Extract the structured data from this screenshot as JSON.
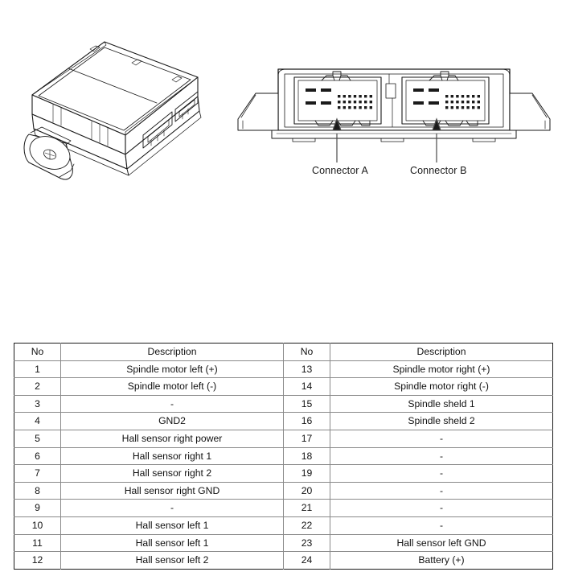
{
  "figure": {
    "iso_view_name": "control module isometric view",
    "front_view_name": "control module connector end view",
    "callouts": [
      {
        "label": "Connector A",
        "points_to": "connector-a"
      },
      {
        "label": "Connector B",
        "points_to": "connector-b"
      }
    ]
  },
  "table": {
    "headers": {
      "no": "No",
      "description": "Description"
    },
    "left_rows": [
      {
        "no": "1",
        "description": "Spindle motor left (+)"
      },
      {
        "no": "2",
        "description": "Spindle motor left (-)"
      },
      {
        "no": "3",
        "description": "-"
      },
      {
        "no": "4",
        "description": "GND2"
      },
      {
        "no": "5",
        "description": "Hall sensor right power"
      },
      {
        "no": "6",
        "description": "Hall sensor right 1"
      },
      {
        "no": "7",
        "description": "Hall sensor right 2"
      },
      {
        "no": "8",
        "description": "Hall sensor right GND"
      },
      {
        "no": "9",
        "description": "-"
      },
      {
        "no": "10",
        "description": "Hall sensor left 1"
      },
      {
        "no": "11",
        "description": "Hall sensor left 1"
      },
      {
        "no": "12",
        "description": "Hall sensor left 2"
      }
    ],
    "right_rows": [
      {
        "no": "13",
        "description": "Spindle motor right (+)"
      },
      {
        "no": "14",
        "description": "Spindle motor right (-)"
      },
      {
        "no": "15",
        "description": "Spindle sheld 1"
      },
      {
        "no": "16",
        "description": "Spindle sheld 2"
      },
      {
        "no": "17",
        "description": "-"
      },
      {
        "no": "18",
        "description": "-"
      },
      {
        "no": "19",
        "description": "-"
      },
      {
        "no": "20",
        "description": "-"
      },
      {
        "no": "21",
        "description": "-"
      },
      {
        "no": "22",
        "description": "-"
      },
      {
        "no": "23",
        "description": "Hall sensor left GND"
      },
      {
        "no": "24",
        "description": "Battery (+)"
      }
    ]
  },
  "colors": {
    "page_background": "#ffffff",
    "line_art": "#1a1a1a",
    "table_outer_border": "#1c1c1c",
    "table_inner_border": "#8a8a8a",
    "text": "#111111"
  }
}
